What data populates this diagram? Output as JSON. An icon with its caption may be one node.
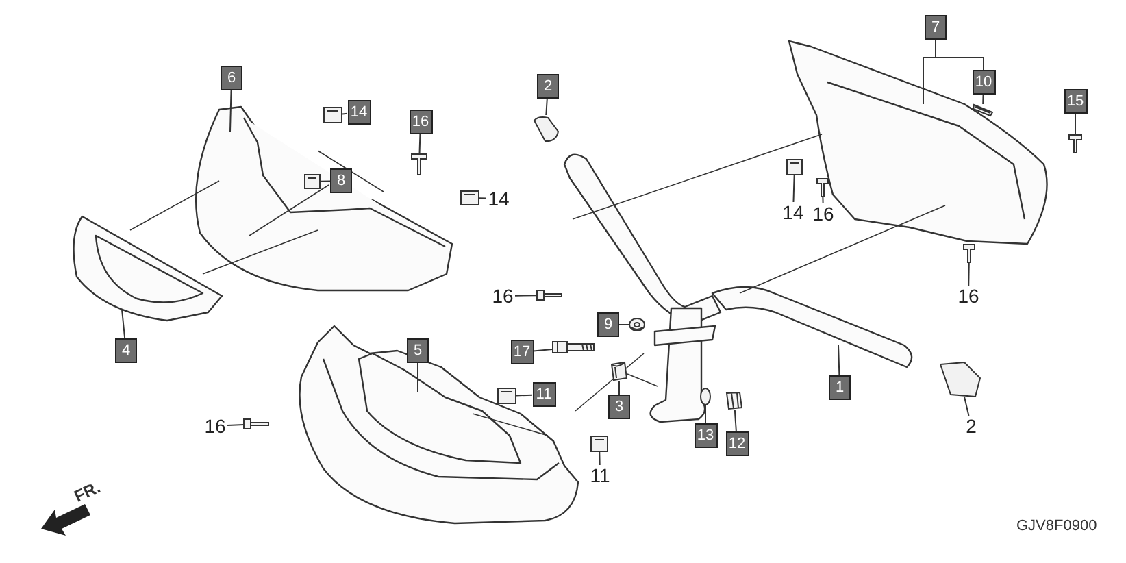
{
  "diagram": {
    "nodes": [
      {
        "text": [
          "7"
        ]
      },
      {
        "text": [
          "10"
        ]
      },
      {
        "text": [
          "6"
        ]
      },
      {
        "text": [
          "2"
        ]
      },
      {
        "text": [
          "15"
        ]
      },
      {
        "text": [
          "14"
        ]
      },
      {
        "text": [
          "16"
        ]
      },
      {
        "text": [
          "8"
        ]
      },
      {
        "text": [
          "14"
        ]
      },
      {
        "text": [
          "14"
        ]
      },
      {
        "text": [
          "16"
        ]
      },
      {
        "text": [
          "16"
        ]
      },
      {
        "text": [
          "16"
        ]
      },
      {
        "text": [
          "9"
        ]
      },
      {
        "text": [
          "4"
        ]
      },
      {
        "text": [
          "5"
        ]
      },
      {
        "text": [
          "17"
        ]
      },
      {
        "text": [
          "1"
        ]
      },
      {
        "text": [
          "11"
        ]
      },
      {
        "text": [
          "3"
        ]
      },
      {
        "text": [
          "2"
        ]
      },
      {
        "text": [
          "16"
        ]
      },
      {
        "text": [
          "13"
        ]
      },
      {
        "text": [
          "12"
        ]
      },
      {
        "text": [
          "11"
        ]
      },
      {
        "text": [],
        "shape": "picture"
      },
      {
        "text": [],
        "shape": "picture"
      },
      {
        "text": [],
        "shape": "picture"
      },
      {
        "text": [],
        "shape": "picture"
      },
      {
        "text": [],
        "shape": "picture"
      },
      {
        "text": [],
        "shape": "picture"
      },
      {
        "text": [],
        "shape": "picture"
      },
      {
        "text": [],
        "shape": "picture"
      },
      {
        "text": [],
        "shape": "picture"
      },
      {
        "text": [],
        "shape": "picture"
      },
      {
        "text": [],
        "shape": "picture"
      },
      {
        "text": [],
        "shape": "picture"
      },
      {
        "text": [],
        "shape": "circle"
      },
      {
        "text": [],
        "shape": "picture"
      },
      {
        "text": [],
        "shape": "picture"
      },
      {
        "text": [],
        "shape": "picture"
      },
      {
        "text": [],
        "shape": "picture"
      },
      {
        "text": [],
        "shape": "picture"
      },
      {
        "text": [],
        "shape": "picture"
      },
      {
        "text": [],
        "shape": "picture"
      }
    ],
    "edges": [
      {
        "from": 0,
        "to": null,
        "arrow": "none"
      },
      {
        "from": 0,
        "to": 1,
        "arrow": "none"
      },
      {
        "from": 1,
        "to": 43,
        "arrow": "none"
      },
      {
        "from": 2,
        "to": null,
        "arrow": "none"
      },
      {
        "from": 3,
        "to": 31,
        "arrow": "none"
      },
      {
        "from": 4,
        "to": 44,
        "arrow": "none"
      },
      {
        "from": 5,
        "to": 27,
        "arrow": "none"
      },
      {
        "from": 6,
        "to": 28,
        "arrow": "none"
      },
      {
        "from": 7,
        "to": 26,
        "arrow": "none"
      },
      {
        "from": 8,
        "to": 29,
        "arrow": "none"
      },
      {
        "from": 9,
        "to": 39,
        "arrow": "none"
      },
      {
        "from": 10,
        "to": 40,
        "arrow": "none"
      },
      {
        "from": 11,
        "to": 32,
        "arrow": "none"
      },
      {
        "from": 12,
        "to": 42,
        "arrow": "none"
      },
      {
        "from": 13,
        "to": 36,
        "arrow": "none"
      },
      {
        "from": 14,
        "to": null,
        "arrow": "none"
      },
      {
        "from": 15,
        "to": null,
        "arrow": "none"
      },
      {
        "from": 16,
        "to": 33,
        "arrow": "none"
      },
      {
        "from": 17,
        "to": null,
        "arrow": "none"
      },
      {
        "from": 18,
        "to": 30,
        "arrow": "none"
      },
      {
        "from": 19,
        "to": 35,
        "arrow": "none"
      },
      {
        "from": 20,
        "to": 41,
        "arrow": "none"
      },
      {
        "from": 21,
        "to": 25,
        "arrow": "none"
      },
      {
        "from": 22,
        "to": 37,
        "arrow": "none"
      },
      {
        "from": 23,
        "to": 38,
        "arrow": "none"
      },
      {
        "from": 24,
        "to": 34,
        "arrow": "none"
      }
    ],
    "labels": [
      "FR.",
      "GJV8F0900"
    ]
  }
}
